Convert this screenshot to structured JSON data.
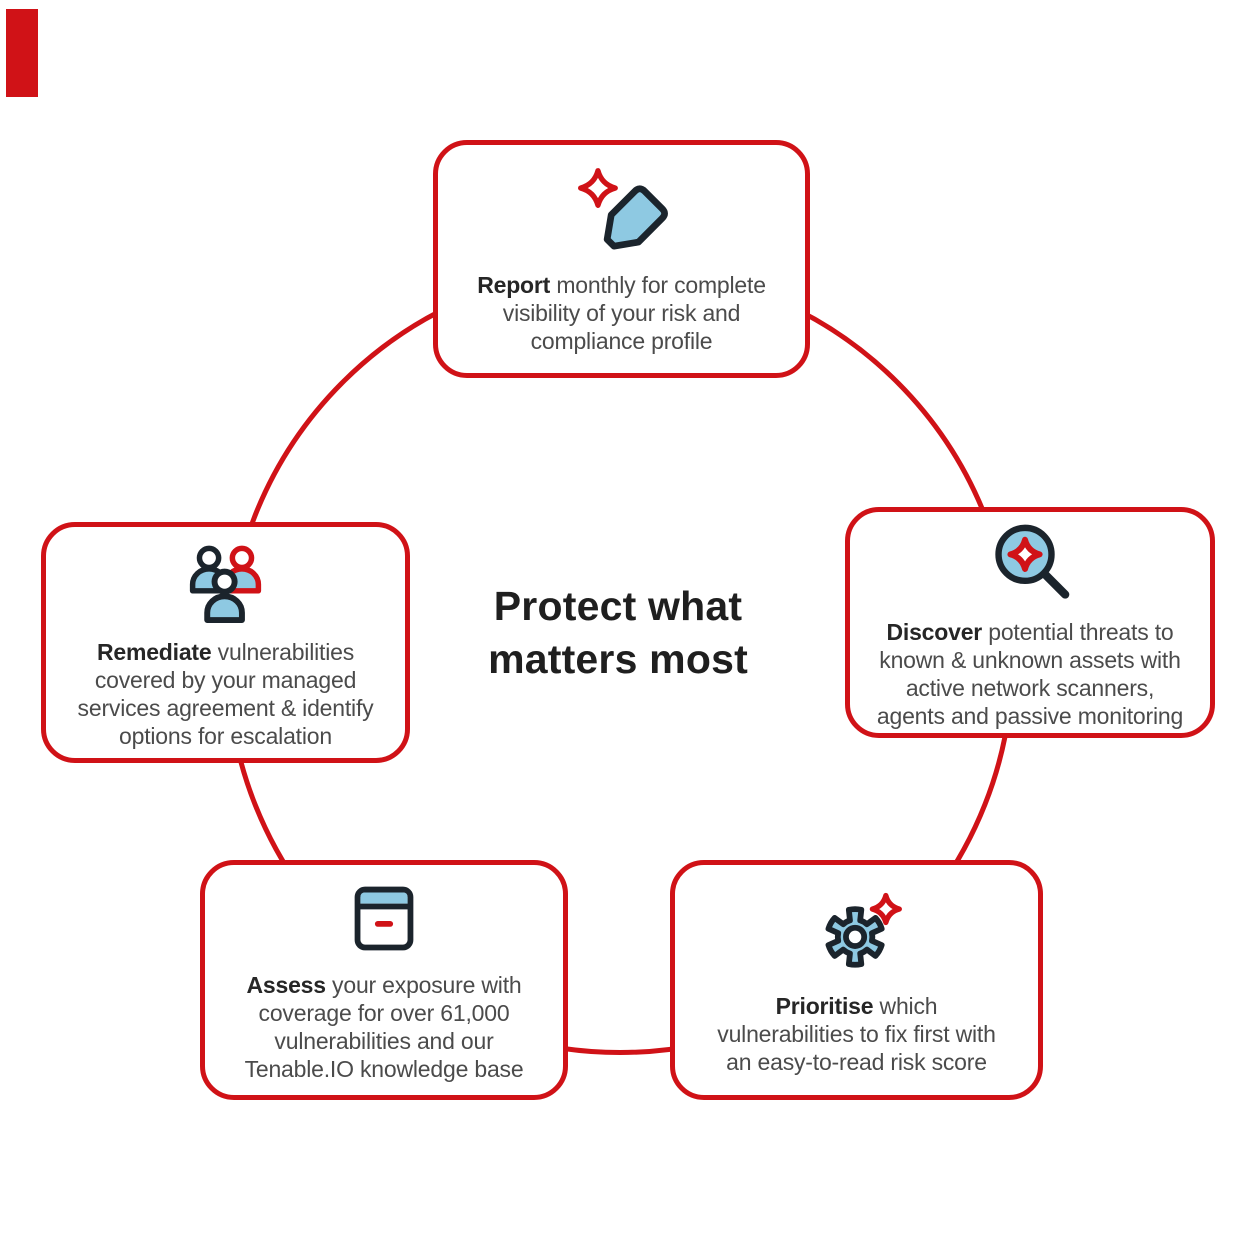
{
  "colors": {
    "red": "#d01217",
    "light_blue": "#8ec9e2",
    "outline_dark": "#1b242c",
    "body_text": "#4b4b4b",
    "bold_text": "#262626",
    "title_text": "#1f1f1f",
    "background": "#ffffff"
  },
  "corner_mark": {
    "color": "#d01217"
  },
  "title": {
    "line1": "Protect what",
    "line2": "matters most"
  },
  "nodes": {
    "report": {
      "icon": "pencil-sparkle-icon",
      "bold": "Report",
      "line1_rest": " monthly for complete",
      "line2": "visibility of your risk and",
      "line3": "compliance profile"
    },
    "discover": {
      "icon": "magnifier-sparkle-icon",
      "bold": "Discover",
      "line1_rest": " potential threats to",
      "line2": "known & unknown assets with",
      "line3": "active network scanners,",
      "line4": "agents and passive monitoring"
    },
    "prioritise": {
      "icon": "gear-sparkle-icon",
      "bold": "Prioritise",
      "line1_rest": " which",
      "line2": "vulnerabilities to fix first with",
      "line3": "an easy-to-read risk score"
    },
    "assess": {
      "icon": "browser-window-icon",
      "bold": "Assess",
      "line1_rest": " your exposure with",
      "line2": "coverage for over 61,000",
      "line3": "vulnerabilities and our",
      "line4": "Tenable.IO knowledge base"
    },
    "remediate": {
      "icon": "people-group-icon",
      "bold": "Remediate",
      "line1_rest": " vulnerabilities",
      "line2": "covered by your managed",
      "line3": "services agreement & identify",
      "line4": "options for escalation"
    }
  }
}
